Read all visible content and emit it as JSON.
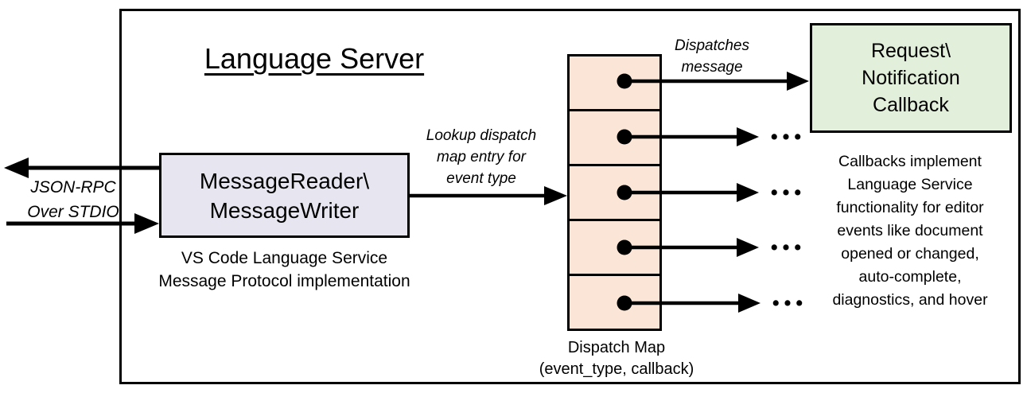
{
  "colors": {
    "reader-fill": "#e7e6f0",
    "map-fill": "#fbe5d6",
    "callback-fill": "#e2efda",
    "line-color": "#000000"
  },
  "diagram": {
    "title": "Language Server",
    "reader_box": {
      "label": "MessageReader\\\nMessageWriter",
      "caption": "VS Code Language Service\nMessage Protocol implementation"
    },
    "stdio_label": "JSON-RPC\nOver STDIO",
    "lookup_label": "Lookup dispatch\nmap entry for\nevent type",
    "dispatches_label": "Dispatches\nmessage",
    "callback_box": {
      "label": "Request\\\nNotification\nCallback"
    },
    "callbacks_note": "Callbacks implement\nLanguage Service\nfunctionality for editor\nevents like document\nopened or changed,\nauto-complete,\ndiagnostics, and hover",
    "dispatch_map": {
      "caption": "Dispatch Map\n(event_type, callback)"
    },
    "ellipsis": "•••"
  }
}
